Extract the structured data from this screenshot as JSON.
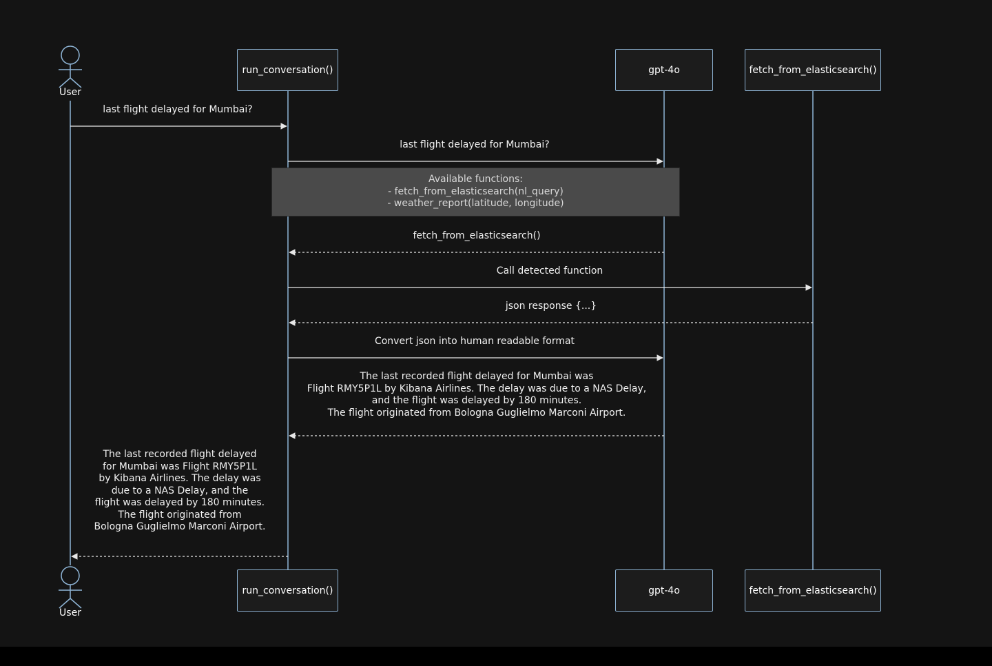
{
  "colors": {
    "background": "#141414",
    "lifeline": "#8fb5d6",
    "box_fill": "#1c1c1c",
    "note_fill": "#4a4a4a",
    "arrow": "#e6e6e6",
    "text": "#ffffff"
  },
  "actor": {
    "label_top": "User",
    "label_bottom": "User"
  },
  "participants": {
    "run_conversation": "run_conversation()",
    "gpt": "gpt-4o",
    "fetch": "fetch_from_elasticsearch()"
  },
  "note": {
    "lines": [
      "Available functions:",
      "- fetch_from_elasticsearch(nl_query)",
      "- weather_report(latitude, longitude)"
    ]
  },
  "messages": [
    {
      "from": "User",
      "to": "run_conversation()",
      "style": "solid",
      "text": "last flight delayed for Mumbai?"
    },
    {
      "from": "run_conversation()",
      "to": "gpt-4o",
      "style": "solid",
      "text": "last flight delayed for Mumbai?"
    },
    {
      "from": "gpt-4o",
      "to": "run_conversation()",
      "style": "dashed",
      "text": "fetch_from_elasticsearch()"
    },
    {
      "from": "run_conversation()",
      "to": "fetch_from_elasticsearch()",
      "style": "solid",
      "text": "Call detected function"
    },
    {
      "from": "fetch_from_elasticsearch()",
      "to": "run_conversation()",
      "style": "dashed",
      "text": "json response {...}"
    },
    {
      "from": "run_conversation()",
      "to": "gpt-4o",
      "style": "solid",
      "text": "Convert json into human readable format"
    },
    {
      "from": "gpt-4o",
      "to": "run_conversation()",
      "style": "dashed",
      "text": "The last recorded flight delayed for Mumbai was\nFlight RMY5P1L by Kibana Airlines. The delay was due to a NAS Delay,\nand the flight was delayed by 180 minutes.\nThe flight originated from Bologna Guglielmo Marconi Airport."
    },
    {
      "from": "run_conversation()",
      "to": "User",
      "style": "dashed",
      "text": "The last recorded flight delayed\nfor Mumbai was Flight RMY5P1L\nby Kibana Airlines. The delay was\ndue to a NAS Delay, and the\nflight was delayed by 180 minutes.\nThe flight originated from\nBologna Guglielmo Marconi Airport."
    }
  ]
}
